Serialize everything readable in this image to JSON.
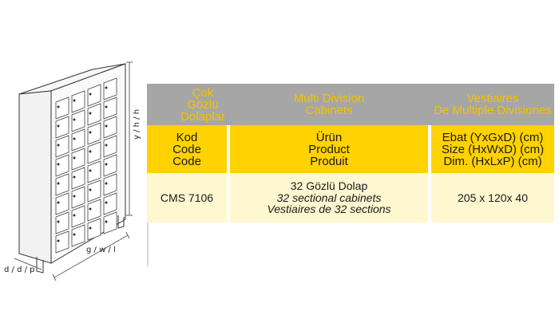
{
  "dimension_labels": {
    "height": "y / h / h",
    "width": "g / w / l",
    "depth": "d / d / p"
  },
  "table": {
    "header": {
      "col1": [
        "Çok Gözlü",
        "Dolaplar"
      ],
      "col2": [
        "Multi Division",
        "Cabinets"
      ],
      "col3": [
        "Vestiaires",
        "De Multiple Divisiones"
      ]
    },
    "labels": {
      "col1": [
        "Kod",
        "Code",
        "Code"
      ],
      "col2": [
        "Ürün",
        "Product",
        "Produit"
      ],
      "col3": [
        "Ebat (YxGxD) (cm)",
        "Size (HxWxD) (cm)",
        "Dim. (HxLxP) (cm)"
      ]
    },
    "row": {
      "code": "CMS 7106",
      "product": [
        "32 Gözlü Dolap",
        "32 sectional cabinets",
        "Vestiaires de 32 sections"
      ],
      "size": "205 x 120x 40"
    },
    "colors": {
      "header_bg": "#a6a6a6",
      "header_text": "#f4c300",
      "label_bg": "#ffd200",
      "row_bg": "#fff7d0"
    }
  }
}
